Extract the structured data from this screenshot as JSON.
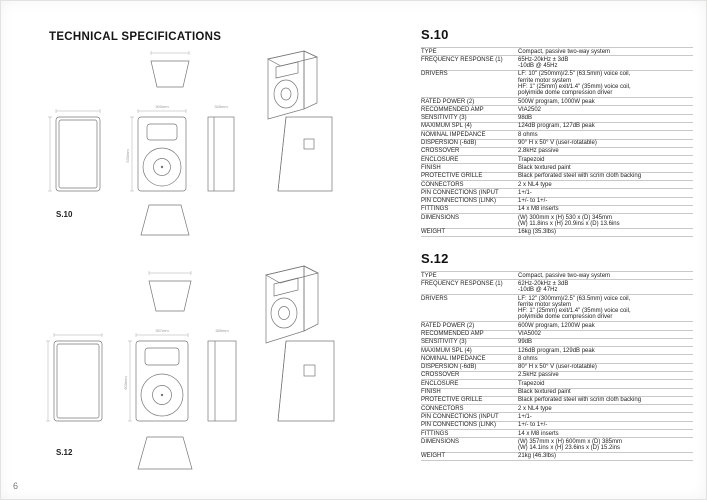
{
  "page": {
    "title": "TECHNICAL SPECIFICATIONS",
    "number": "6"
  },
  "colors": {
    "rule": "#c9c9c9",
    "text": "#222222"
  },
  "drawings": {
    "s10": {
      "label": "S.10",
      "width_label": "300mm",
      "height_label": "530mm",
      "depth_label": "345mm"
    },
    "s12": {
      "label": "S.12",
      "width_label": "357mm",
      "height_label": "600mm",
      "depth_label": "385mm"
    }
  },
  "products": [
    {
      "name": "S.10",
      "specs": [
        {
          "label": "TYPE",
          "value": [
            "Compact, passive two-way system"
          ]
        },
        {
          "label": "FREQUENCY RESPONSE (1)",
          "value": [
            "65Hz-20kHz ± 3dB",
            "-10dB @ 45Hz"
          ]
        },
        {
          "label": "DRIVERS",
          "value": [
            "LF: 10\" (250mm)/2.5\" (63.5mm) voice coil,",
            "ferrite motor system",
            "HF: 1\" (25mm) exit/1.4\" (35mm) voice coil,",
            "polyimide dome compression driver"
          ]
        },
        {
          "label": "RATED POWER (2)",
          "value": [
            "500W program, 1000W peak"
          ]
        },
        {
          "label": "RECOMMENDED AMP",
          "value": [
            "VIA2502"
          ]
        },
        {
          "label": "SENSITIVITY (3)",
          "value": [
            "98dB"
          ]
        },
        {
          "label": "MAXIMUM SPL (4)",
          "value": [
            "124dB program, 127dB peak"
          ]
        },
        {
          "label": "NOMINAL IMPEDANCE",
          "value": [
            "8 ohms"
          ]
        },
        {
          "label": "DISPERSION (-6dB)",
          "value": [
            "90° H x 50° V (user-rotatable)"
          ]
        },
        {
          "label": "CROSSOVER",
          "value": [
            "2.8kHz passive"
          ]
        },
        {
          "label": "ENCLOSURE",
          "value": [
            "Trapezoid"
          ]
        },
        {
          "label": "FINISH",
          "value": [
            "Black textured paint"
          ]
        },
        {
          "label": "PROTECTIVE GRILLE",
          "value": [
            "Black perforated steel with scrim cloth backing"
          ]
        },
        {
          "label": "CONNECTORS",
          "value": [
            "2 x NL4 type"
          ]
        },
        {
          "label": "PIN CONNECTIONS (INPUT",
          "value": [
            "1+/1-"
          ]
        },
        {
          "label": "PIN CONNECTIONS (LINK)",
          "value": [
            "1+/- to 1+/-"
          ]
        },
        {
          "label": "FITTINGS",
          "value": [
            "14 x M8 inserts"
          ]
        },
        {
          "label": "DIMENSIONS",
          "value": [
            "(W) 300mm x (H) 530 x (D) 345mm",
            "(W) 11.8ins x (H) 20.9ins x (D) 13.6ins"
          ]
        },
        {
          "label": "WEIGHT",
          "value": [
            "16kg (35.3lbs)"
          ]
        }
      ]
    },
    {
      "name": "S.12",
      "specs": [
        {
          "label": "TYPE",
          "value": [
            "Compact, passive two-way system"
          ]
        },
        {
          "label": "FREQUENCY RESPONSE (1)",
          "value": [
            "62Hz-20kHz ± 3dB",
            "-10dB @ 47Hz"
          ]
        },
        {
          "label": "DRIVERS",
          "value": [
            "LF: 12\" (300mm)/2.5\" (63.5mm) voice coil,",
            "ferrite motor system",
            "HF: 1\" (25mm) exit/1.4\" (35mm) voice coil,",
            "polyimide dome compression driver"
          ]
        },
        {
          "label": "RATED POWER (2)",
          "value": [
            "600W program, 1200W peak"
          ]
        },
        {
          "label": "RECOMMENDED AMP",
          "value": [
            "VIA5002"
          ]
        },
        {
          "label": "SENSITIVITY (3)",
          "value": [
            "99dB"
          ]
        },
        {
          "label": "MAXIMUM SPL (4)",
          "value": [
            "126dB program, 129dB peak"
          ]
        },
        {
          "label": "NOMINAL IMPEDANCE",
          "value": [
            "8 ohms"
          ]
        },
        {
          "label": "DISPERSION (-6dB)",
          "value": [
            "80° H x 50° V (user-rotatable)"
          ]
        },
        {
          "label": "CROSSOVER",
          "value": [
            "2.5kHz passive"
          ]
        },
        {
          "label": "ENCLOSURE",
          "value": [
            "Trapezoid"
          ]
        },
        {
          "label": "FINISH",
          "value": [
            "Black textured paint"
          ]
        },
        {
          "label": "PROTECTIVE GRILLE",
          "value": [
            "Black perforated steel with scrim cloth backing"
          ]
        },
        {
          "label": "CONNECTORS",
          "value": [
            "2 x NL4 type"
          ]
        },
        {
          "label": "PIN CONNECTIONS (INPUT",
          "value": [
            "1+/1-"
          ]
        },
        {
          "label": "PIN CONNECTIONS (LINK)",
          "value": [
            "1+/- to 1+/-"
          ]
        },
        {
          "label": "FITTINGS",
          "value": [
            "14 x M8 inserts"
          ]
        },
        {
          "label": "DIMENSIONS",
          "value": [
            "(W) 357mm x (H) 600mm x (D) 385mm",
            "(W) 14.1ins x (H) 23.6ins x (D) 15.2ins"
          ]
        },
        {
          "label": "WEIGHT",
          "value": [
            "21kg (46.3lbs)"
          ]
        }
      ]
    }
  ]
}
